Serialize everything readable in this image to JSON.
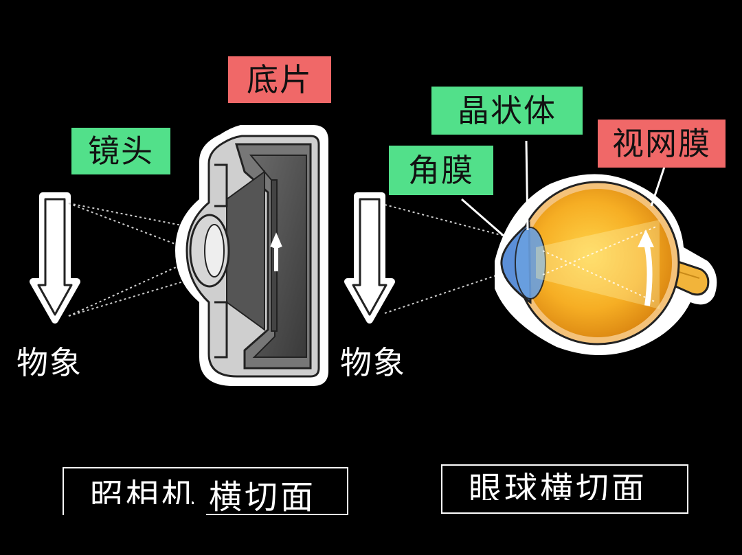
{
  "camera": {
    "film_label": "底片",
    "lens_label": "镜头",
    "object_label": "物象",
    "caption_front": "昭相机",
    "caption_back": "横切面"
  },
  "eye": {
    "lens_label": "晶状体",
    "retina_label": "视网膜",
    "cornea_label": "角膜",
    "object_label": "物象",
    "caption": "眼球横切面"
  },
  "colors": {
    "green_tag": "#52e08a",
    "red_tag": "#f06868",
    "background": "#000000",
    "eyeball": "#f0a020",
    "cornea": "#5b8fd8",
    "optic_nerve": "#f2b43a"
  }
}
